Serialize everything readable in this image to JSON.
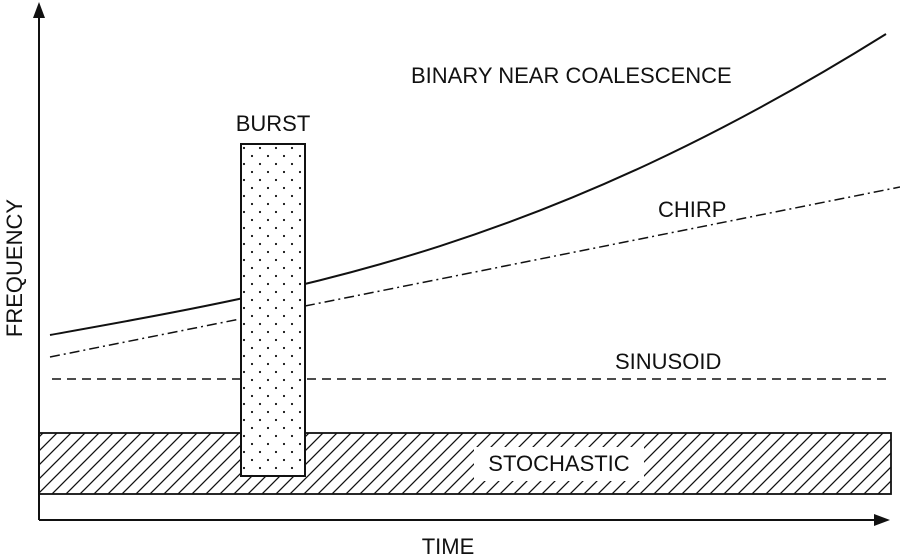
{
  "axes": {
    "x_label": "TIME",
    "y_label": "FREQUENCY"
  },
  "signals": {
    "binary": {
      "label": "BINARY NEAR COALESCENCE",
      "line_style": "solid"
    },
    "chirp": {
      "label": "CHIRP",
      "line_style": "dash-dot"
    },
    "sinusoid": {
      "label": "SINUSOID",
      "line_style": "dashed"
    },
    "burst": {
      "label": "BURST",
      "fill": "dotted"
    },
    "stochastic": {
      "label": "STOCHASTIC",
      "fill": "hatched"
    }
  },
  "colors": {
    "ink": "#111111",
    "background": "#ffffff"
  }
}
